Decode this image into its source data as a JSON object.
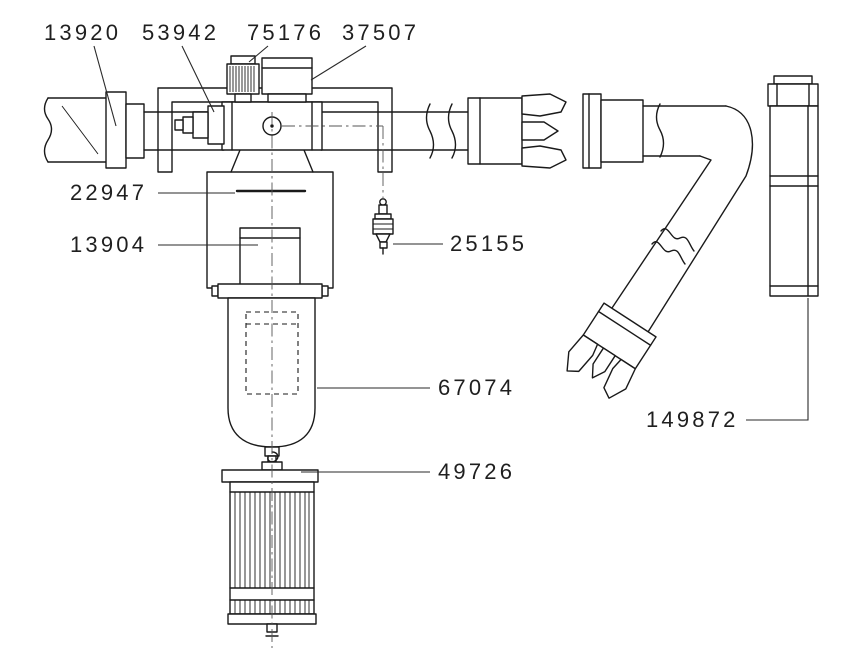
{
  "diagram": {
    "background_color": "#ffffff",
    "line_color": "#1a1a1a",
    "part_numbers": [
      "13920",
      "53942",
      "75176",
      "37507",
      "22947",
      "13904",
      "25155",
      "67074",
      "49726",
      "149872"
    ]
  }
}
